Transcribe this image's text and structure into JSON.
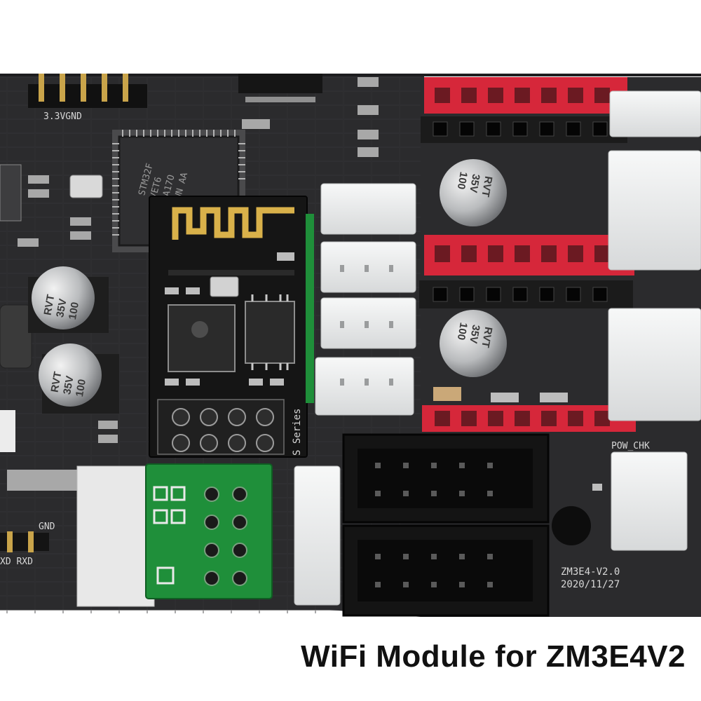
{
  "caption": "WiFi Module for ZM3E4V2",
  "board": {
    "version_label": "ZM3E4-V2.0",
    "date_label": "2020/11/27",
    "pow_chk_label": "POW_CHK",
    "gnd_label_top": "3.3VGND",
    "gnd_label_left": "GND",
    "uart_label": "XD RXD",
    "mcu_text": [
      "STM32F",
      "VET6",
      "AA17O",
      "TWN AA"
    ],
    "capacitor_text": [
      "RVT",
      "35V",
      "100"
    ],
    "module_series_label": "S Series"
  },
  "colors": {
    "pcb": "#2b2b2d",
    "header_red": "#d6273a",
    "header_black": "#1b1b1b",
    "connector_white": "#eceeee",
    "module_green": "#1f8f3a",
    "module_black": "#151515"
  }
}
